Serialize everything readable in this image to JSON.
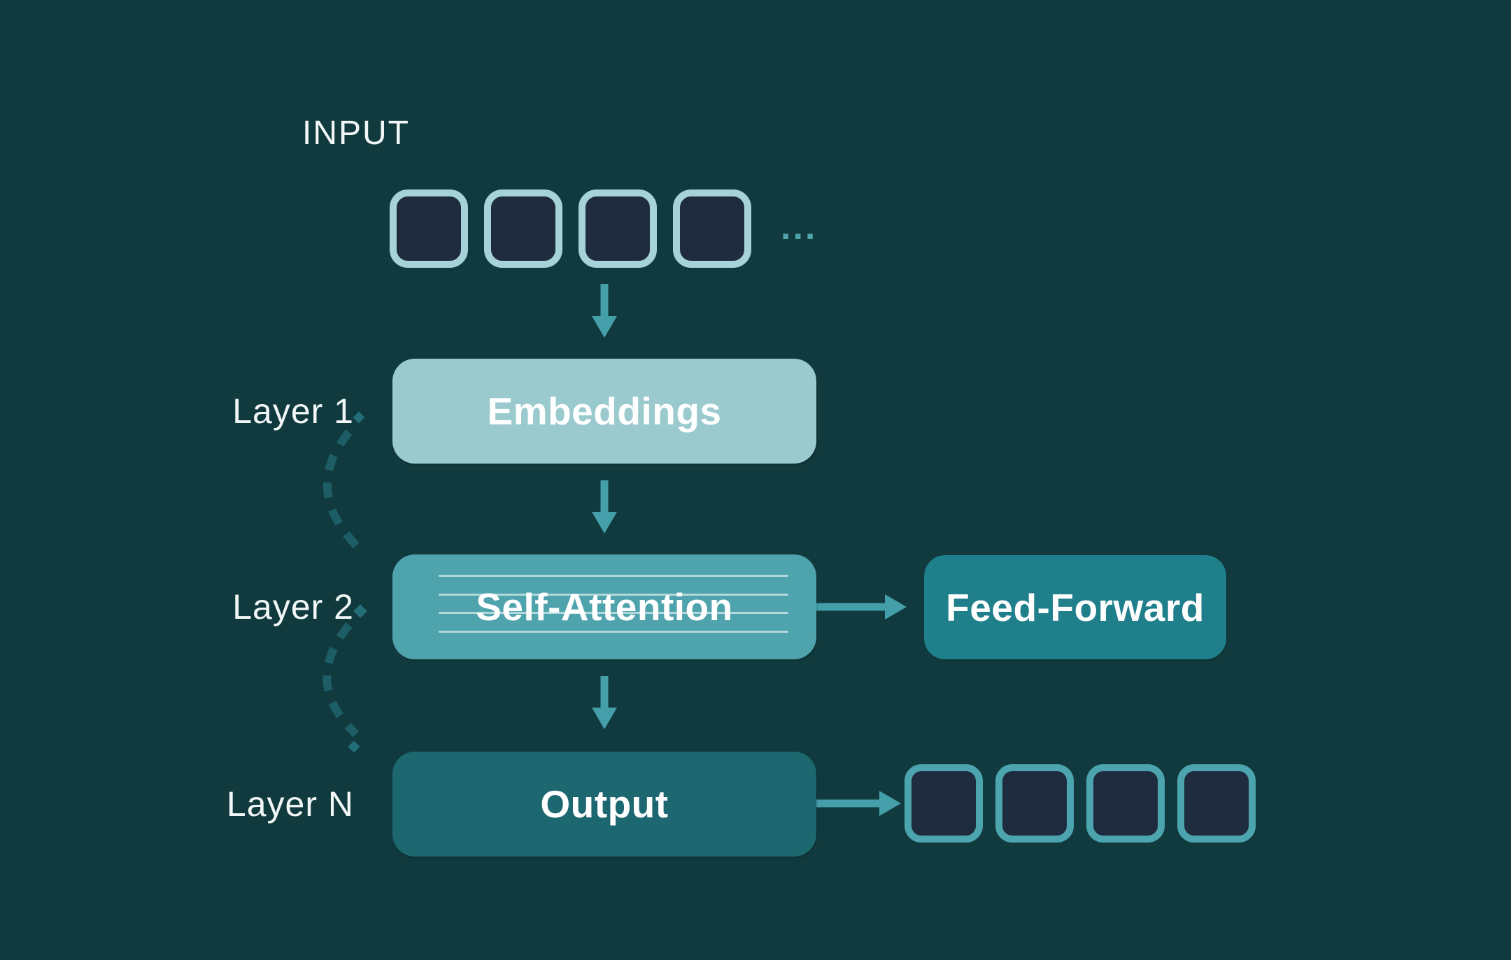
{
  "diagram": {
    "input_label": "INPUT",
    "ellipsis": "...",
    "layer_labels": [
      "Layer 1",
      "Layer 2",
      "Layer N"
    ],
    "nodes": {
      "embeddings": "Embeddings",
      "self_attention": "Self-Attention",
      "feed_forward": "Feed-Forward",
      "output": "Output"
    },
    "input_token_count": 4,
    "output_token_count": 4,
    "colors": {
      "background": "#103A3E",
      "embeddings_box": "#9ACACD",
      "self_attention_box": "#4FA3AC",
      "feed_forward_box": "#1F7F8B",
      "output_box": "#1D6770",
      "token_fill": "#1F2B3E",
      "input_token_border": "#A5D3D7",
      "output_token_border": "#4BA4AE",
      "arrow": "#459FAA",
      "dashed_connector": "#1D5D65",
      "diamond": "#236E78",
      "attention_line": "#E8F4F5",
      "ellipsis_color": "#4FA3AC",
      "label_text": "#F2F6F6",
      "box_text": "#FFFFFF"
    }
  }
}
